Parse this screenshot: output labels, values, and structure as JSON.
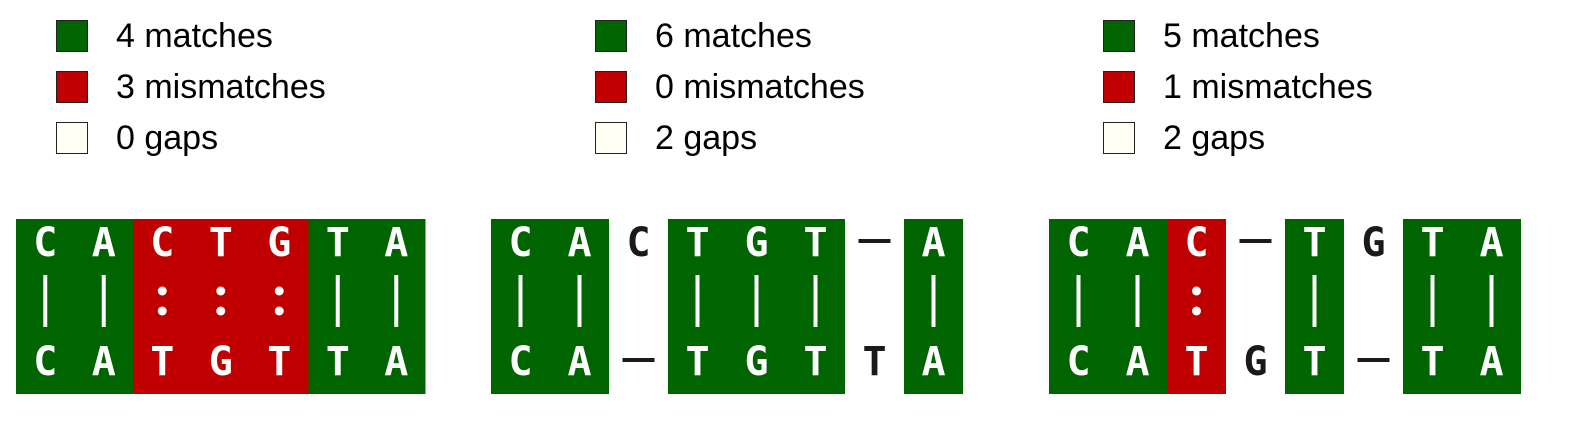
{
  "colors": {
    "match": "#006400",
    "mismatch": "#c00000",
    "gap": "#fffff4",
    "text_on_color": "#ffffff",
    "text_plain": "#1a1a1a"
  },
  "alignments": [
    {
      "legend": {
        "matches": "4 matches",
        "mismatches": "3 mismatches",
        "gaps": "0 gaps"
      },
      "top": [
        "C",
        "A",
        "C",
        "T",
        "G",
        "T",
        "A"
      ],
      "bottom": [
        "C",
        "A",
        "T",
        "G",
        "T",
        "T",
        "A"
      ],
      "status": [
        "match",
        "match",
        "mismatch",
        "mismatch",
        "mismatch",
        "match",
        "match"
      ]
    },
    {
      "legend": {
        "matches": "6 matches",
        "mismatches": "0 mismatches",
        "gaps": "2 gaps"
      },
      "top": [
        "C",
        "A",
        "C",
        "T",
        "G",
        "T",
        "—",
        "A"
      ],
      "bottom": [
        "C",
        "A",
        "—",
        "T",
        "G",
        "T",
        "T",
        "A"
      ],
      "status": [
        "match",
        "match",
        "gap",
        "match",
        "match",
        "match",
        "gap",
        "match"
      ]
    },
    {
      "legend": {
        "matches": "5 matches",
        "mismatches": "1 mismatches",
        "gaps": "2 gaps"
      },
      "top": [
        "C",
        "A",
        "C",
        "—",
        "T",
        "G",
        "T",
        "A"
      ],
      "bottom": [
        "C",
        "A",
        "T",
        "G",
        "T",
        "—",
        "T",
        "A"
      ],
      "status": [
        "match",
        "match",
        "mismatch",
        "gap",
        "match",
        "gap",
        "match",
        "match"
      ]
    }
  ]
}
